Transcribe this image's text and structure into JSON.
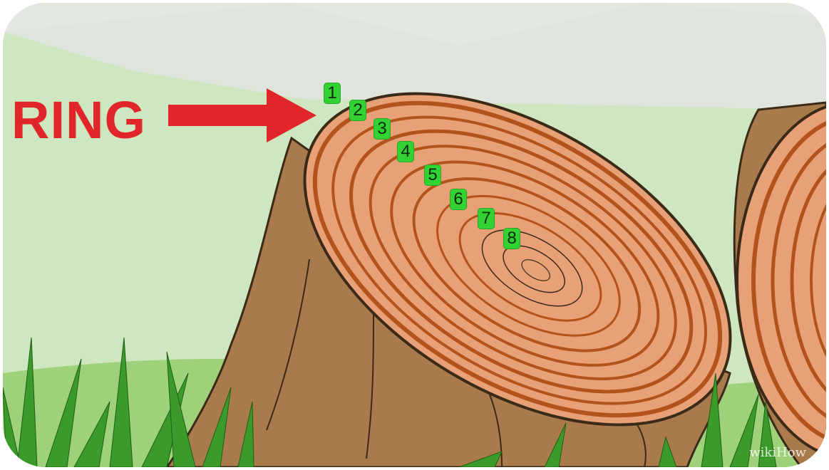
{
  "label": {
    "text": "RING"
  },
  "ring_numbers": [
    "1",
    "2",
    "3",
    "4",
    "5",
    "6",
    "7",
    "8"
  ],
  "watermark": "wikiHow",
  "colors": {
    "arrow": "#e0262a",
    "label": "#e0262a",
    "marker": "#33d233",
    "wood": "#e8a077",
    "ring": "#b3531c",
    "bark": "#a87a4c",
    "grass": "#3a9a2a",
    "sky": "#d7e6cd"
  }
}
